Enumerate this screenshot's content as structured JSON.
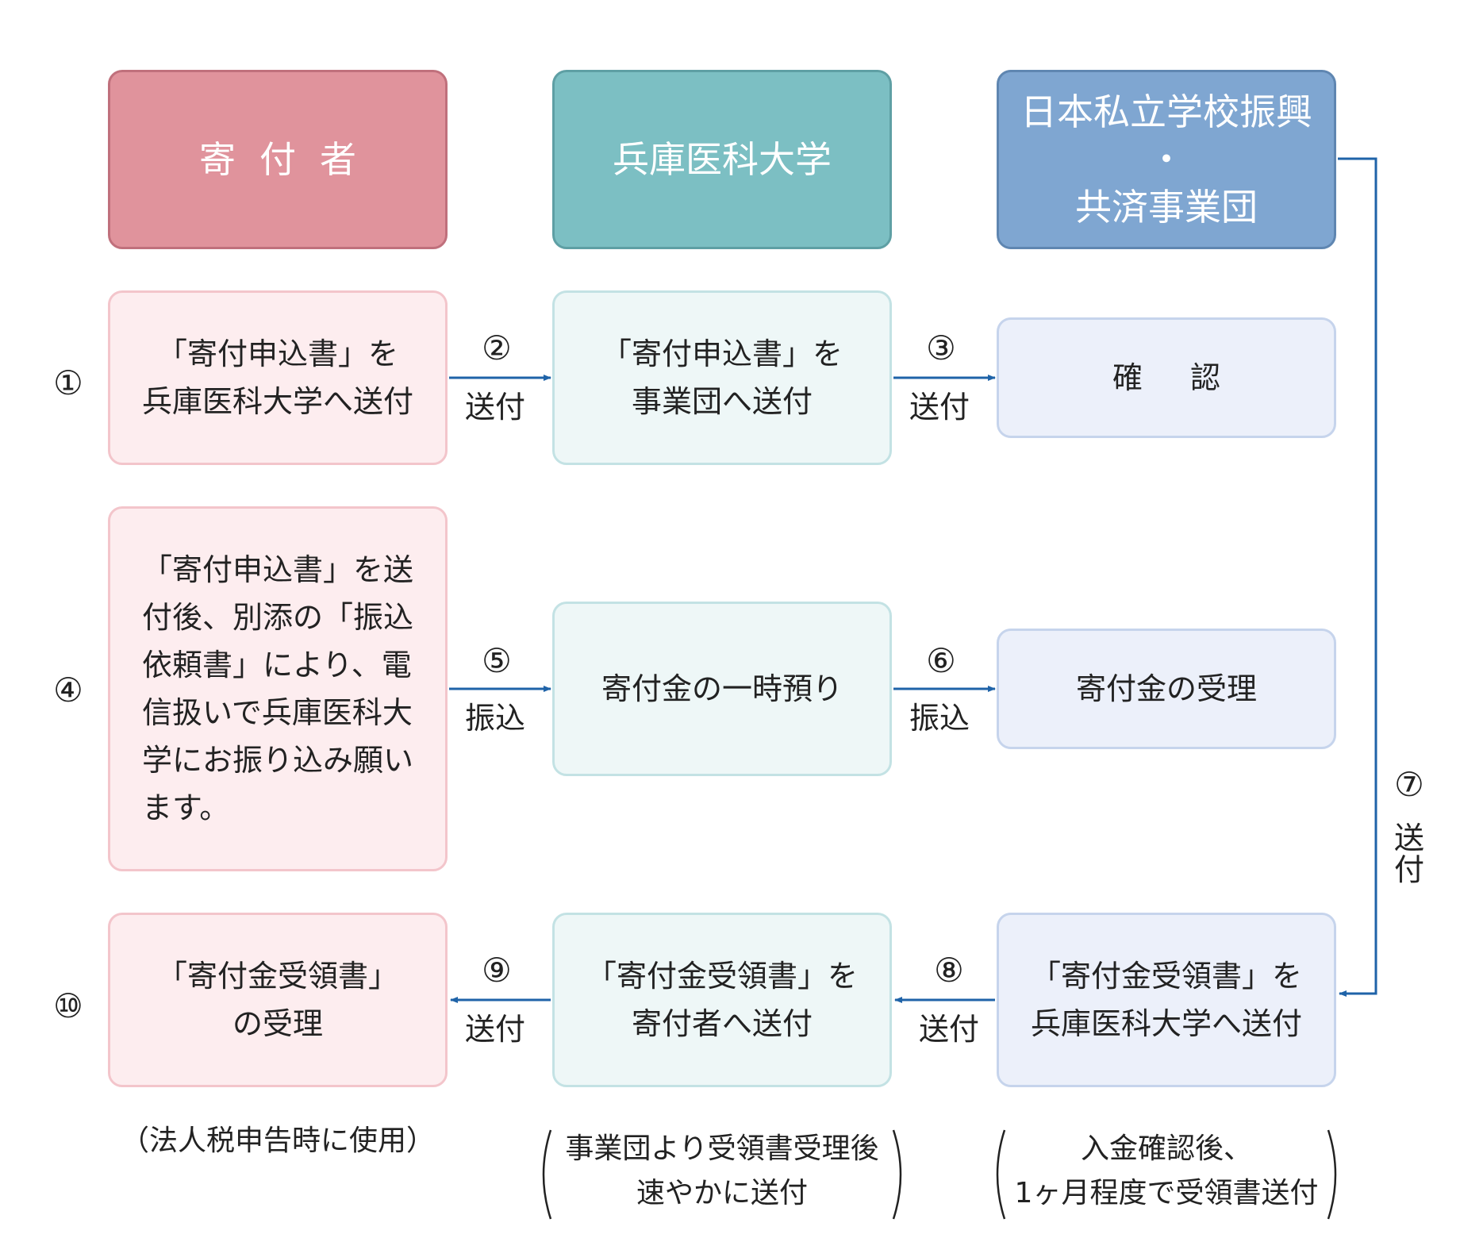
{
  "headers": {
    "donor": "寄付者",
    "university": "兵庫医科大学",
    "org_line1": "日本私立学校振興",
    "org_dot": "・",
    "org_line2": "共済事業団"
  },
  "steps": {
    "s1": "①",
    "s2": "②",
    "s3": "③",
    "s4": "④",
    "s5": "⑤",
    "s6": "⑥",
    "s7": "⑦",
    "s8": "⑧",
    "s9": "⑨",
    "s10": "⑩"
  },
  "row1": {
    "donor": "「寄付申込書」を\n兵庫医科大学へ送付",
    "university": "「寄付申込書」を\n事業団へ送付",
    "org": "確認",
    "arrow_2": "送付",
    "arrow_3": "送付"
  },
  "row2": {
    "donor": "「寄付申込書」を送付後、別添の「振込依頼書」により、電信扱いで兵庫医科大学にお振り込み願います。",
    "university": "寄付金の一時預り",
    "org": "寄付金の受理",
    "arrow_5": "振込",
    "arrow_6": "振込"
  },
  "row3": {
    "donor": "「寄付金受領書」\nの受理",
    "university": "「寄付金受領書」を\n寄付者へ送付",
    "org": "「寄付金受領書」を\n兵庫医科大学へ送付",
    "arrow_8": "送付",
    "arrow_9": "送付",
    "arrow_7": "送\n付"
  },
  "notes": {
    "donor": "（法人税申告時に使用）",
    "university": "事業団より受領書受理後\n速やかに送付",
    "org": "入金確認後、\n1ヶ月程度で受領書送付"
  },
  "colors": {
    "arrow": "#1f63a8",
    "donor_header": "#e0939c",
    "university_header": "#7cbfc3",
    "org_header": "#7fa6d1"
  }
}
